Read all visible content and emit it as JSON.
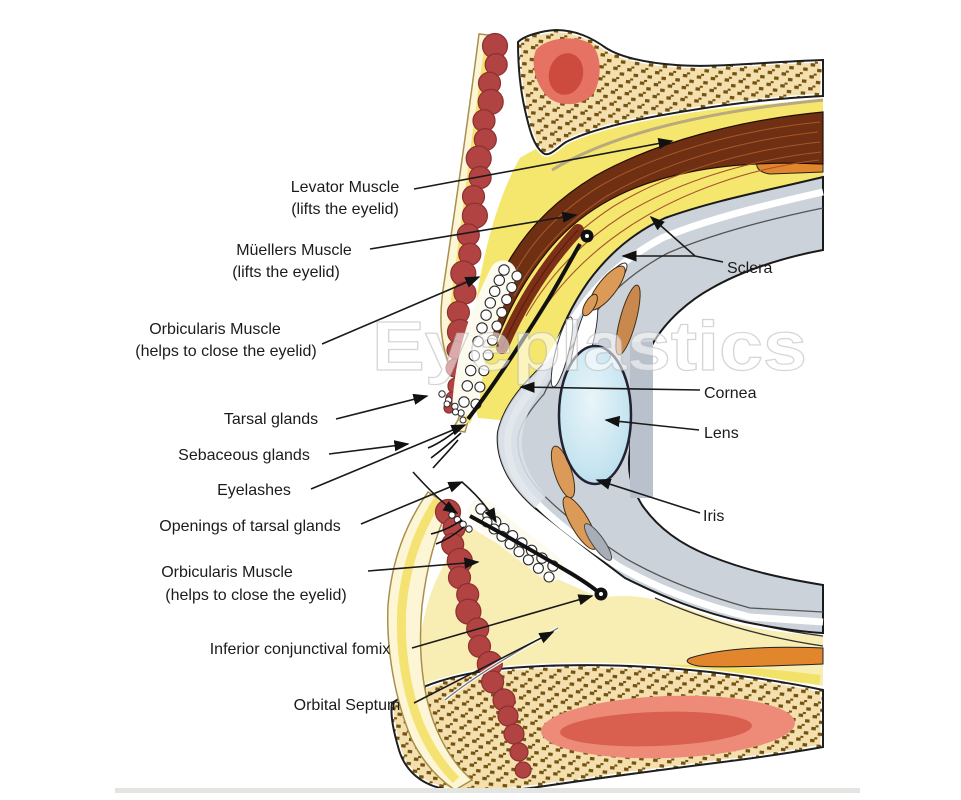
{
  "watermark": "Eyeplastics",
  "labels": {
    "levator": {
      "line1": "Levator Muscle",
      "line2": "(lifts the eyelid)"
    },
    "muellers": {
      "line1": "Müellers Muscle",
      "line2": "(lifts the eyelid)"
    },
    "orbicularis_upper": {
      "line1": "Orbicularis Muscle",
      "line2": "(helps to close the eyelid)"
    },
    "tarsal_glands": "Tarsal glands",
    "sebaceous_glands": "Sebaceous glands",
    "eyelashes": "Eyelashes",
    "openings": "Openings of tarsal glands",
    "orbicularis_lower": {
      "line1": "Orbicularis Muscle",
      "line2": "(helps to close the eyelid)"
    },
    "inferior_fornix": "Inferior conjunctival fomix",
    "orbital_septum": "Orbital Septum",
    "sclera": "Sclera",
    "cornea": "Cornea",
    "lens": "Lens",
    "iris": "Iris"
  },
  "colors": {
    "skin_cream": "#fdf6d6",
    "skin_yellow": "#f4e372",
    "muscle_red": "#b14343",
    "bone_cream": "#f4dfae",
    "bone_speckle": "#74520f",
    "marrow_red": "#cc4a3e",
    "marrow_salmon": "#ee8a78",
    "fat_yellow": "#f5e66e",
    "fat_pale": "#f8eeb4",
    "levator_brown": "#6e2f12",
    "mueller_brown": "#7c3018",
    "sclera_grey": "#cbd2da",
    "lens_blue": "#bfe2ef",
    "tendon_orange": "#e2862d",
    "iris_tan": "#dc9a58",
    "line_black": "#1a1a1a"
  }
}
